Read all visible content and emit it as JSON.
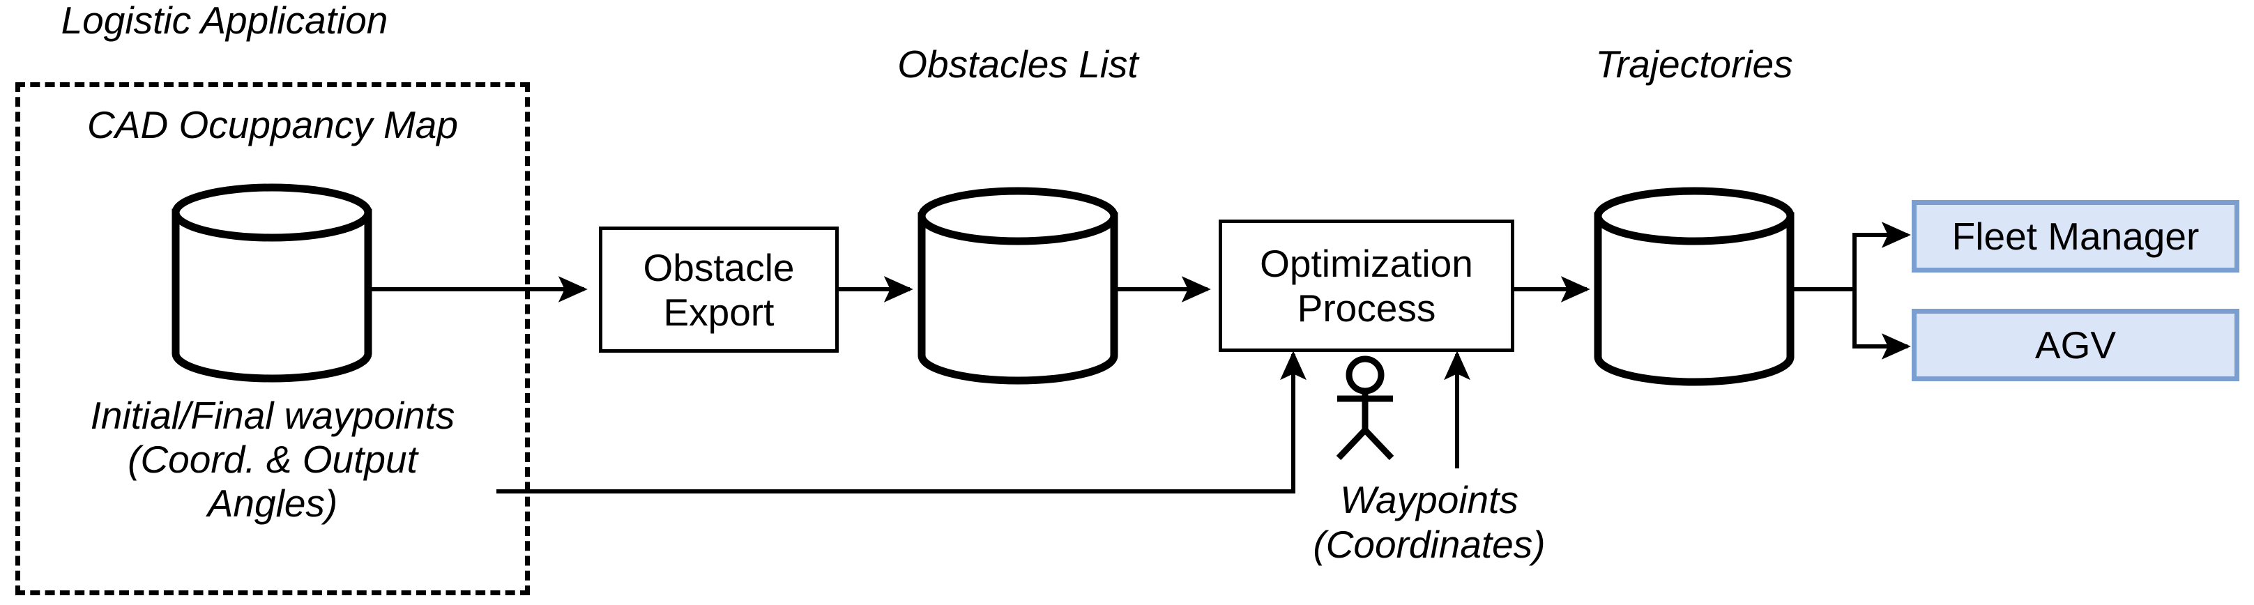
{
  "diagram": {
    "title": "Logistic Application",
    "group": {
      "name": "Logistic Application",
      "border_style": "dashed",
      "items": [
        {
          "label": "CAD Ocuppancy Map",
          "type": "datastore-label"
        },
        {
          "label": "Initial/Final waypoints",
          "type": "text-line"
        },
        {
          "label": "(Coord. & Output",
          "type": "text-line"
        },
        {
          "label": "Angles)",
          "type": "text-line"
        }
      ]
    },
    "datastores": [
      {
        "id": "cad-map",
        "label": "CAD Ocuppancy Map"
      },
      {
        "id": "obstacles-list",
        "label": "Obstacles List"
      },
      {
        "id": "trajectories",
        "label": "Trajectories"
      }
    ],
    "processes": [
      {
        "id": "obstacle-export",
        "line1": "Obstacle",
        "line2": "Export"
      },
      {
        "id": "optimization-process",
        "line1": "Optimization",
        "line2": "Process"
      }
    ],
    "consumers": [
      {
        "id": "fleet-manager",
        "label": "Fleet Manager"
      },
      {
        "id": "agv",
        "label": "AGV"
      }
    ],
    "actor": {
      "id": "user-actor",
      "icon": "stick-figure-icon",
      "input_line1": "Waypoints",
      "input_line2": "(Coordinates)"
    },
    "colors": {
      "stroke": "#000000",
      "consumer_fill": "#dae6f8",
      "consumer_border": "#7b9ed0",
      "background": "#ffffff"
    }
  }
}
